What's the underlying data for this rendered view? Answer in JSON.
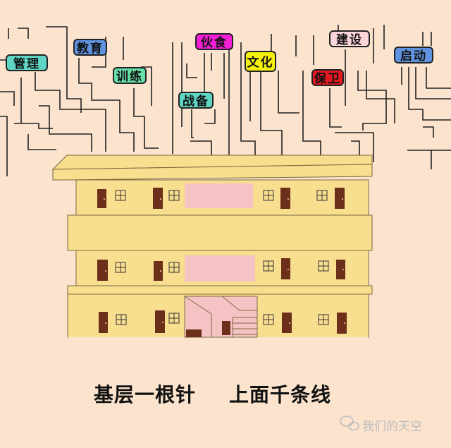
{
  "labels": {
    "guanli": "管理",
    "jiaoyu": "教育",
    "xunlian": "训练",
    "huoshi": "伙食",
    "zhanbei": "战备",
    "wenhua": "文化",
    "jianshe": "建设",
    "weisheng": "保卫",
    "qidong": "启动"
  },
  "caption": {
    "left": "基层一根针",
    "right": "上面千条线"
  },
  "watermark": "我们的天空",
  "colors": {
    "background": "#fbe3cd",
    "building": "#f8de8f",
    "pink_panel": "#f5c3c4",
    "door": "#6b2f1a",
    "tag_teal": "#5ed6c3",
    "tag_blue": "#5f93e0",
    "tag_green": "#66e0a8",
    "tag_magenta": "#f21fd6",
    "tag_yellow": "#f6f10c",
    "tag_pink": "#fbd5da",
    "tag_red": "#e21920"
  }
}
